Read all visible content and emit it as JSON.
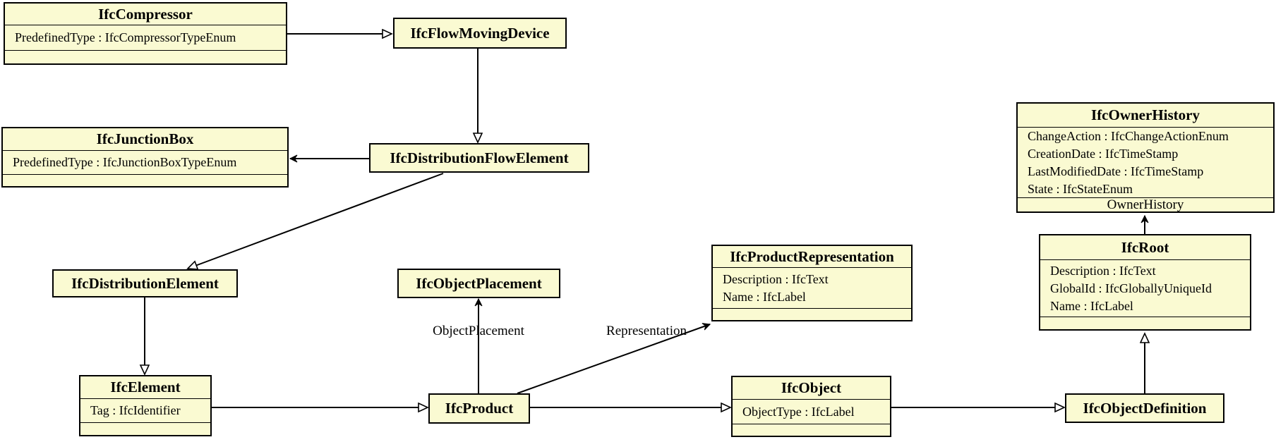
{
  "classes": {
    "compressor": {
      "title": "IfcCompressor",
      "attributes": [
        "PredefinedType : IfcCompressorTypeEnum"
      ]
    },
    "flow_moving_device": {
      "title": "IfcFlowMovingDevice",
      "attributes": []
    },
    "junction_box": {
      "title": "IfcJunctionBox",
      "attributes": [
        "PredefinedType : IfcJunctionBoxTypeEnum"
      ]
    },
    "distribution_flow_element": {
      "title": "IfcDistributionFlowElement",
      "attributes": []
    },
    "distribution_element": {
      "title": "IfcDistributionElement",
      "attributes": []
    },
    "element": {
      "title": "IfcElement",
      "attributes": [
        "Tag : IfcIdentifier"
      ]
    },
    "object_placement": {
      "title": "IfcObjectPlacement",
      "attributes": []
    },
    "product": {
      "title": "IfcProduct",
      "attributes": []
    },
    "product_representation": {
      "title": "IfcProductRepresentation",
      "attributes": [
        "Description : IfcText",
        "Name : IfcLabel"
      ]
    },
    "object": {
      "title": "IfcObject",
      "attributes": [
        "ObjectType : IfcLabel"
      ]
    },
    "object_definition": {
      "title": "IfcObjectDefinition",
      "attributes": []
    },
    "owner_history": {
      "title": "IfcOwnerHistory",
      "attributes": [
        "ChangeAction : IfcChangeActionEnum",
        "CreationDate : IfcTimeStamp",
        "LastModifiedDate : IfcTimeStamp",
        "State : IfcStateEnum"
      ]
    },
    "root": {
      "title": "IfcRoot",
      "attributes": [
        "Description : IfcText",
        "GlobalId : IfcGloballyUniqueId",
        "Name : IfcLabel"
      ]
    }
  },
  "edge_labels": {
    "object_placement": "ObjectPlacement",
    "representation": "Representation",
    "owner_history": "OwnerHistory"
  },
  "relationships": [
    {
      "from": "IfcCompressor",
      "to": "IfcFlowMovingDevice",
      "type": "generalization"
    },
    {
      "from": "IfcFlowMovingDevice",
      "to": "IfcDistributionFlowElement",
      "type": "generalization"
    },
    {
      "from": "IfcDistributionFlowElement",
      "to": "IfcJunctionBox",
      "type": "association"
    },
    {
      "from": "IfcDistributionFlowElement",
      "to": "IfcDistributionElement",
      "type": "generalization"
    },
    {
      "from": "IfcDistributionElement",
      "to": "IfcElement",
      "type": "generalization"
    },
    {
      "from": "IfcElement",
      "to": "IfcProduct",
      "type": "generalization"
    },
    {
      "from": "IfcProduct",
      "to": "IfcObjectPlacement",
      "type": "association",
      "label": "ObjectPlacement"
    },
    {
      "from": "IfcProduct",
      "to": "IfcProductRepresentation",
      "type": "association",
      "label": "Representation"
    },
    {
      "from": "IfcProduct",
      "to": "IfcObject",
      "type": "generalization"
    },
    {
      "from": "IfcObject",
      "to": "IfcObjectDefinition",
      "type": "generalization"
    },
    {
      "from": "IfcObjectDefinition",
      "to": "IfcRoot",
      "type": "generalization"
    },
    {
      "from": "IfcRoot",
      "to": "IfcOwnerHistory",
      "type": "association",
      "label": "OwnerHistory"
    }
  ],
  "colors": {
    "class_fill": "#FAFAD2",
    "line": "#000000",
    "background": "#FFFFFF"
  }
}
